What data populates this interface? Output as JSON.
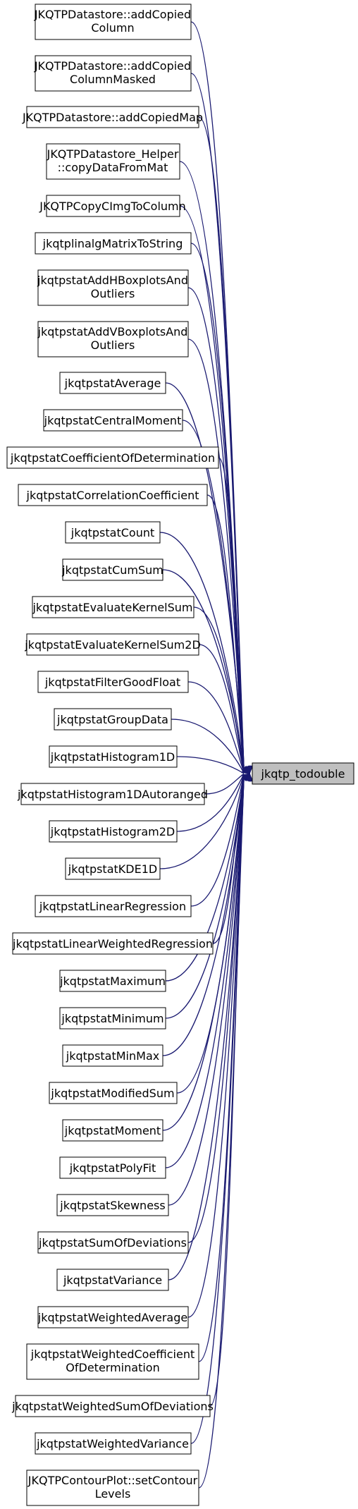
{
  "target": {
    "label": "jkqtp_todouble"
  },
  "callers": [
    {
      "lines": [
        "JKQTPDatastore::addCopied",
        "Column"
      ]
    },
    {
      "lines": [
        "JKQTPDatastore::addCopied",
        "ColumnMasked"
      ]
    },
    {
      "lines": [
        "JKQTPDatastore::addCopiedMap"
      ]
    },
    {
      "lines": [
        "JKQTPDatastore_Helper",
        "::copyDataFromMat"
      ]
    },
    {
      "lines": [
        "JKQTPCopyCImgToColumn"
      ]
    },
    {
      "lines": [
        "jkqtplinalgMatrixToString"
      ]
    },
    {
      "lines": [
        "jkqtpstatAddHBoxplotsAnd",
        "Outliers"
      ]
    },
    {
      "lines": [
        "jkqtpstatAddVBoxplotsAnd",
        "Outliers"
      ]
    },
    {
      "lines": [
        "jkqtpstatAverage"
      ]
    },
    {
      "lines": [
        "jkqtpstatCentralMoment"
      ]
    },
    {
      "lines": [
        "jkqtpstatCoefficientOfDetermination"
      ]
    },
    {
      "lines": [
        "jkqtpstatCorrelationCoefficient"
      ]
    },
    {
      "lines": [
        "jkqtpstatCount"
      ]
    },
    {
      "lines": [
        "jkqtpstatCumSum"
      ]
    },
    {
      "lines": [
        "jkqtpstatEvaluateKernelSum"
      ]
    },
    {
      "lines": [
        "jkqtpstatEvaluateKernelSum2D"
      ]
    },
    {
      "lines": [
        "jkqtpstatFilterGoodFloat"
      ]
    },
    {
      "lines": [
        "jkqtpstatGroupData"
      ]
    },
    {
      "lines": [
        "jkqtpstatHistogram1D"
      ]
    },
    {
      "lines": [
        "jkqtpstatHistogram1DAutoranged"
      ]
    },
    {
      "lines": [
        "jkqtpstatHistogram2D"
      ]
    },
    {
      "lines": [
        "jkqtpstatKDE1D"
      ]
    },
    {
      "lines": [
        "jkqtpstatLinearRegression"
      ]
    },
    {
      "lines": [
        "jkqtpstatLinearWeightedRegression"
      ]
    },
    {
      "lines": [
        "jkqtpstatMaximum"
      ]
    },
    {
      "lines": [
        "jkqtpstatMinimum"
      ]
    },
    {
      "lines": [
        "jkqtpstatMinMax"
      ]
    },
    {
      "lines": [
        "jkqtpstatModifiedSum"
      ]
    },
    {
      "lines": [
        "jkqtpstatMoment"
      ]
    },
    {
      "lines": [
        "jkqtpstatPolyFit"
      ]
    },
    {
      "lines": [
        "jkqtpstatSkewness"
      ]
    },
    {
      "lines": [
        "jkqtpstatSumOfDeviations"
      ]
    },
    {
      "lines": [
        "jkqtpstatVariance"
      ]
    },
    {
      "lines": [
        "jkqtpstatWeightedAverage"
      ]
    },
    {
      "lines": [
        "jkqtpstatWeightedCoefficient",
        "OfDetermination"
      ]
    },
    {
      "lines": [
        "jkqtpstatWeightedSumOfDeviations"
      ]
    },
    {
      "lines": [
        "jkqtpstatWeightedVariance"
      ]
    },
    {
      "lines": [
        "JKQTPContourPlot::setContour",
        "Levels"
      ]
    }
  ],
  "colors": {
    "edge": "#191970",
    "target_fill": "#bfbfbf",
    "node_border": "#000000"
  }
}
